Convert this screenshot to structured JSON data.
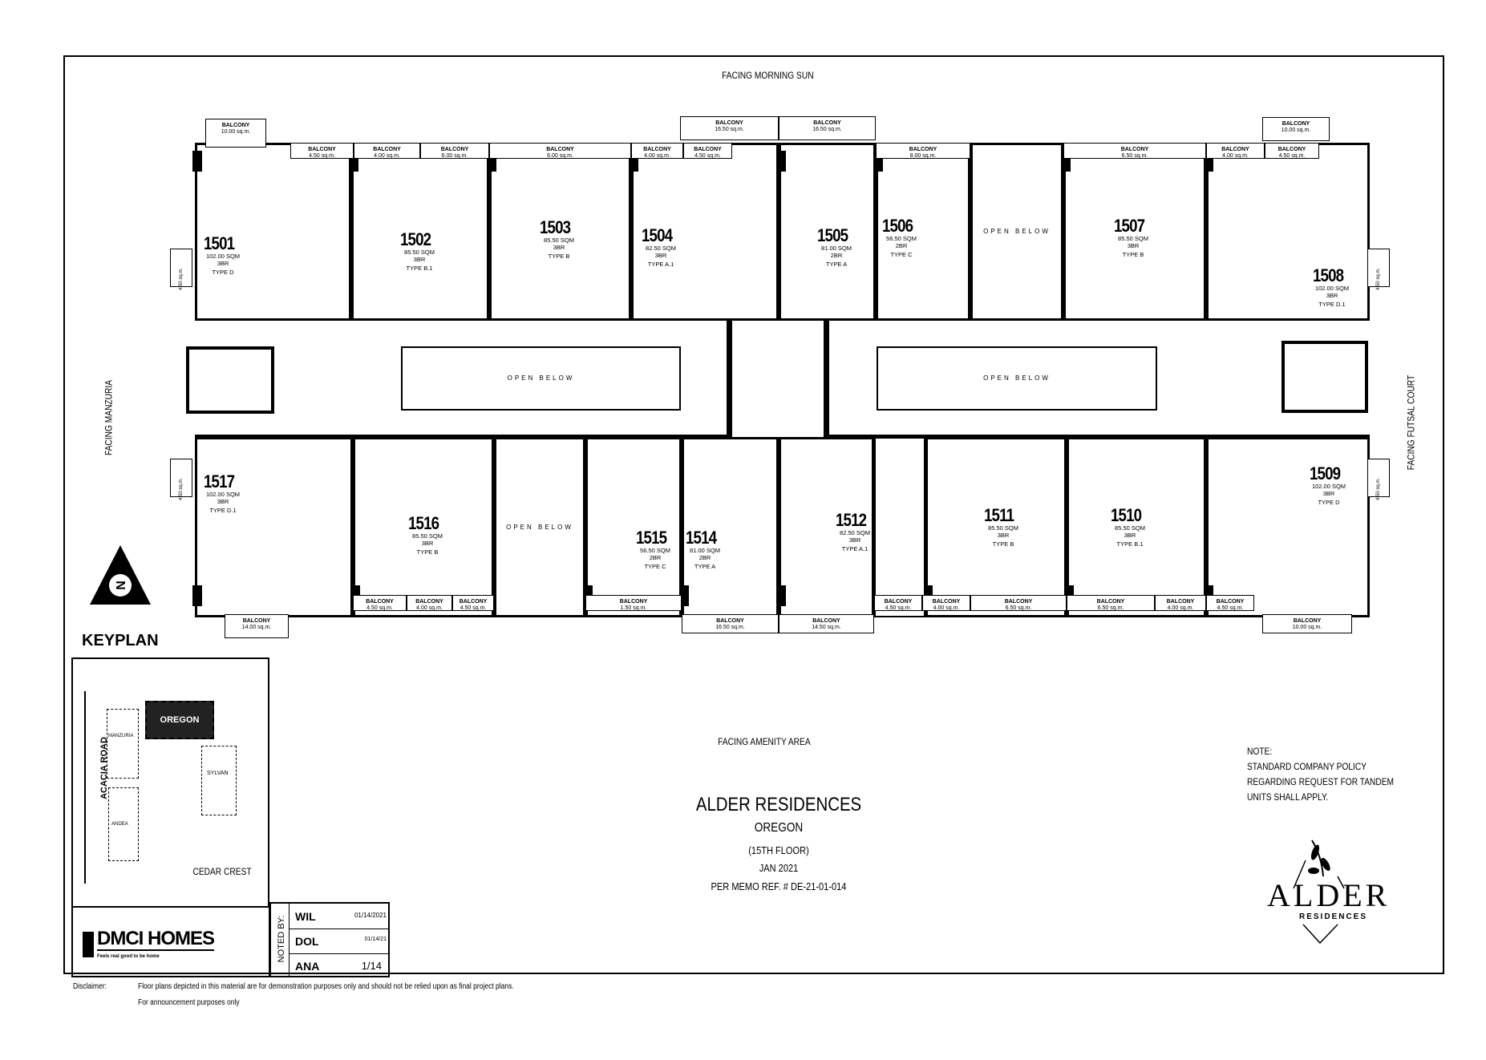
{
  "facing": {
    "top": "FACING MORNING SUN",
    "bottom": "FACING AMENITY AREA",
    "left": "FACING MANZURIA",
    "right": "FACING FUTSAL COURT"
  },
  "open_below": "OPEN BELOW",
  "units_top": [
    {
      "num": "1501",
      "area": "102.00 SQM",
      "br": "3BR",
      "type": "TYPE D"
    },
    {
      "num": "1502",
      "area": "85.50 SQM",
      "br": "3BR",
      "type": "TYPE B.1"
    },
    {
      "num": "1503",
      "area": "85.50 SQM",
      "br": "3BR",
      "type": "TYPE B"
    },
    {
      "num": "1504",
      "area": "82.50 SQM",
      "br": "3BR",
      "type": "TYPE A.1"
    },
    {
      "num": "1505",
      "area": "81.00 SQM",
      "br": "2BR",
      "type": "TYPE A"
    },
    {
      "num": "1506",
      "area": "56.50 SQM",
      "br": "2BR",
      "type": "TYPE C"
    },
    {
      "num": "1507",
      "area": "85.50 SQM",
      "br": "3BR",
      "type": "TYPE B"
    },
    {
      "num": "1508",
      "area": "102.00 SQM",
      "br": "3BR",
      "type": "TYPE D.1"
    }
  ],
  "units_bottom": [
    {
      "num": "1517",
      "area": "102.00 SQM",
      "br": "3BR",
      "type": "TYPE D.1"
    },
    {
      "num": "1516",
      "area": "85.50 SQM",
      "br": "3BR",
      "type": "TYPE B"
    },
    {
      "num": "1515",
      "area": "56.50 SQM",
      "br": "2BR",
      "type": "TYPE C"
    },
    {
      "num": "1514",
      "area": "81.00 SQM",
      "br": "2BR",
      "type": "TYPE A"
    },
    {
      "num": "1512",
      "area": "82.50 SQM",
      "br": "3BR",
      "type": "TYPE A.1"
    },
    {
      "num": "1511",
      "area": "85.50 SQM",
      "br": "3BR",
      "type": "TYPE B"
    },
    {
      "num": "1510",
      "area": "85.50 SQM",
      "br": "3BR",
      "type": "TYPE B.1"
    },
    {
      "num": "1509",
      "area": "102.00 SQM",
      "br": "3BR",
      "type": "TYPE D"
    }
  ],
  "balcony_label": "BALCONY",
  "balconies_top": [
    "10.00 sq.m.",
    "4.50 sq.m.",
    "4.00 sq.m.",
    "6.00 sq.m.",
    "6.00 sq.m.",
    "4.00 sq.m.",
    "4.50 sq.m.",
    "16.50 sq.m.",
    "16.50 sq.m.",
    "8.00 sq.m.",
    "6.50 sq.m.",
    "4.00 sq.m.",
    "4.50 sq.m.",
    "10.00 sq.m."
  ],
  "balconies_bottom": [
    "14.00 sq.m.",
    "4.50 sq.m.",
    "4.00 sq.m.",
    "4.50 sq.m.",
    "1.50 sq.m.",
    "16.50 sq.m.",
    "14.50 sq.m.",
    "4.50 sq.m.",
    "4.00 sq.m.",
    "6.50 sq.m.",
    "6.50 sq.m.",
    "4.00 sq.m.",
    "4.50 sq.m.",
    "10.00 sq.m."
  ],
  "balconies_side": [
    "4.50 sq.m.",
    "4.50 sq.m.",
    "4.50 sq.m.",
    "4.50 sq.m."
  ],
  "keyplan": {
    "label": "KEYPLAN",
    "road": "ACACIA ROAD",
    "buildings": [
      "MANZURIA",
      "SYLVAN",
      "ANDEA",
      "OREGON"
    ],
    "area": "CEDAR CREST"
  },
  "brand": {
    "name": "DMCI HOMES",
    "tagline": "Feels real good to be home"
  },
  "noted_by": {
    "label": "NOTED BY:",
    "rows": [
      {
        "name": "WIL",
        "date": "01/14/2021"
      },
      {
        "name": "DOL",
        "date": "01/14/21"
      },
      {
        "name": "ANA",
        "date": "1/14"
      }
    ]
  },
  "title": {
    "project": "ALDER RESIDENCES",
    "building": "OREGON",
    "floor": "(15TH FLOOR)",
    "date": "JAN 2021",
    "memo": "PER MEMO REF. # DE-21-01-014"
  },
  "note": {
    "heading": "NOTE:",
    "lines": [
      "STANDARD COMPANY POLICY",
      "REGARDING REQUEST FOR TANDEM",
      "UNITS SHALL APPLY."
    ]
  },
  "logo": {
    "name": "ALDER",
    "sub": "RESIDENCES"
  },
  "disclaimer": {
    "label": "Disclaimer:",
    "line1": "Floor plans depicted in this material are for demonstration purposes only and should not be relied upon as final project plans.",
    "line2": "For announcement purposes only"
  }
}
